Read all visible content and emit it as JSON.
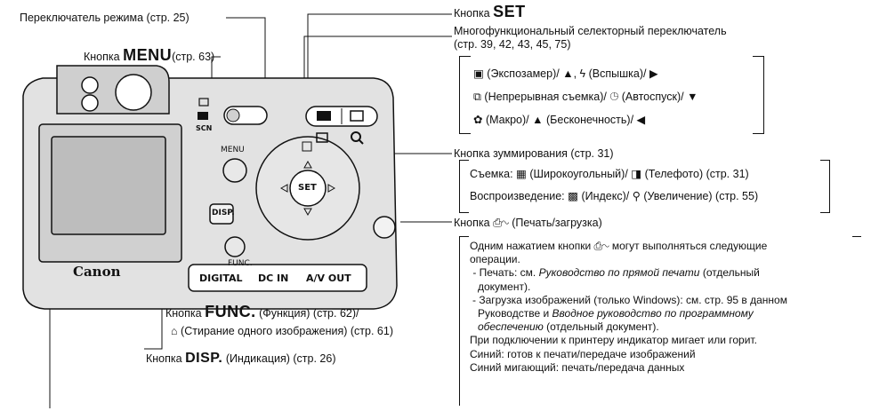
{
  "labels": {
    "mode_switch": "Переключатель режима (стр. 25)",
    "menu_button_prefix": "Кнопка",
    "menu_button_name": "MENU",
    "menu_button_suffix": "(стр. 63)",
    "set_button_prefix": "Кнопка",
    "set_button_name": "SET",
    "multi_selector_line1": "Многофункциональный селекторный переключатель",
    "multi_selector_line2": "(стр. 39, 42, 43, 45, 75)",
    "zoom_button": "Кнопка зуммирования (стр. 31)",
    "print_button_prefix": "Кнопка",
    "print_button_suffix": "(Печать/загрузка)",
    "func_button_prefix": "Кнопка",
    "func_button_name": "FUNC.",
    "func_button_suffix": "(Функция) (стр. 62)/",
    "erase_single": "(Стирание одного изображения) (стр. 61)",
    "disp_button_prefix": "Кнопка",
    "disp_button_name": "DISP.",
    "disp_button_suffix": "(Индикация) (стр. 26)"
  },
  "selector_box": {
    "line1_a": "(Экспозамер)/",
    "line1_b": ",",
    "line1_c": "(Вспышка)/",
    "line2_a": "(Непрерывная съемка)/",
    "line2_b": "(Автоспуск)/",
    "line3_a": "(Макро)/",
    "line3_b": "(Бесконечность)/"
  },
  "zoom_box": {
    "shooting_label": "Съемка:",
    "wide": "(Широкоугольный)/",
    "tele": "(Телефото) (стр. 31)",
    "playback_label": "Воспроизведение:",
    "index": "(Индекс)/",
    "magnify": "(Увеличение) (стр. 55)"
  },
  "print_panel": {
    "line1_a": "Одним нажатием кнопки",
    "line1_b": "могут выполняться следующие",
    "line2": "операции.",
    "line3_a": "- Печать: см.",
    "line3_b": "Руководство по прямой печати",
    "line3_c": "(отдельный",
    "line4": "документ).",
    "line5": "- Загрузка изображений (только Windows): см. стр. 95 в данном",
    "line6_a": "Руководстве и",
    "line6_b": "Вводное руководство по программному",
    "line7_a": "обеспечению",
    "line7_b": "(отдельный документ).",
    "line8": "При подключении к принтеру индикатор мигает или горит.",
    "line9": "Синий: готов к печати/передаче изображений",
    "line10": "Синий мигающий: печать/передача данных"
  },
  "camera": {
    "brand": "Canon",
    "jack_digital": "DIGITAL",
    "jack_dcin": "DC IN",
    "jack_av": "A/V OUT",
    "disp_label": "DISP.",
    "set_label": "SET",
    "menu_label": "MENU",
    "func_label": "FUNC.",
    "scn_label": "SCN"
  },
  "colors": {
    "ink": "#111111",
    "camera_body": "#d9d9d9",
    "screen": "#bdbdbd"
  }
}
